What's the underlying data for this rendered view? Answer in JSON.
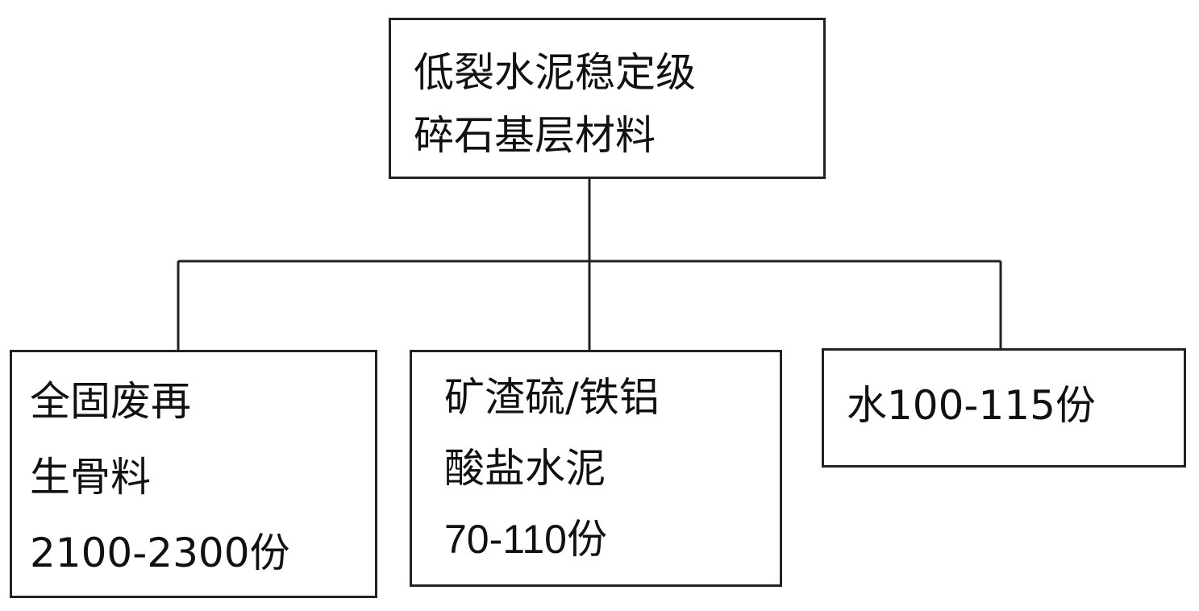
{
  "root": {
    "lines": [
      "低裂水泥稳定级",
      "碎石基层材料"
    ]
  },
  "children": [
    {
      "lines": [
        "全固废再",
        "生骨料",
        "2100-2300份"
      ]
    },
    {
      "lines": [
        "矿渣硫/铁铝",
        "酸盐水泥",
        "70-110份"
      ]
    },
    {
      "lines": [
        "水100-115份"
      ]
    }
  ],
  "colors": {
    "line": "#222222",
    "text": "#111111",
    "background": "#ffffff"
  }
}
